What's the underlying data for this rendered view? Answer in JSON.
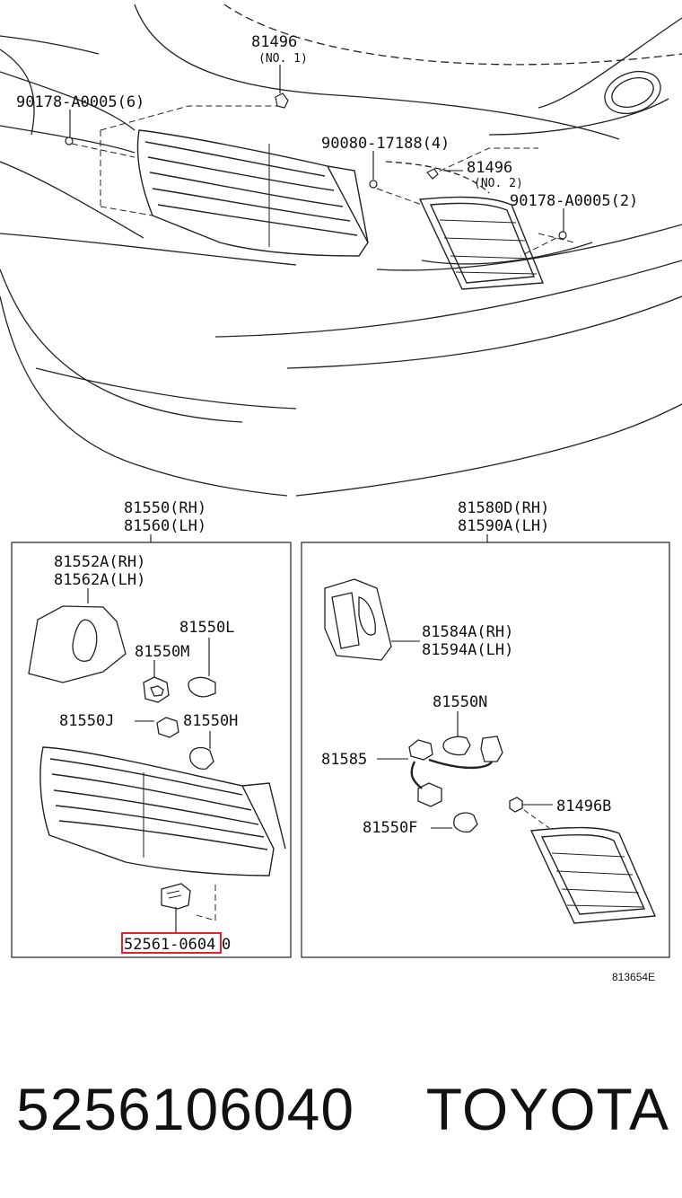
{
  "callouts": {
    "c81496_no1": "81496",
    "c81496_no1_sub": "(NO. 1)",
    "c90178_6": "90178-A0005(6)",
    "c90080": "90080-17188(4)",
    "c81496_no2": "81496",
    "c81496_no2_sub": "(NO. 2)",
    "c90178_2": "90178-A0005(2)",
    "left_group_rh": "81550(RH)",
    "left_group_lh": "81560(LH)",
    "right_group_rh": "81580D(RH)",
    "right_group_lh": "81590A(LH)",
    "c81552a_rh": "81552A(RH)",
    "c81562a_lh": "81562A(LH)",
    "c81550l": "81550L",
    "c81550m": "81550M",
    "c81550j": "81550J",
    "c81550h": "81550H",
    "c52561_highlight": "52561-0604",
    "c52561_tail": "0",
    "c81584a_rh": "81584A(RH)",
    "c81594a_lh": "81594A(LH)",
    "c81550n": "81550N",
    "c81585": "81585",
    "c81496b": "81496B",
    "c81550f": "81550F"
  },
  "figure_ref": "813654E",
  "highlight_color": "#e8202a",
  "footer": {
    "part_number": "5256106040",
    "brand": "TOYOTA"
  }
}
